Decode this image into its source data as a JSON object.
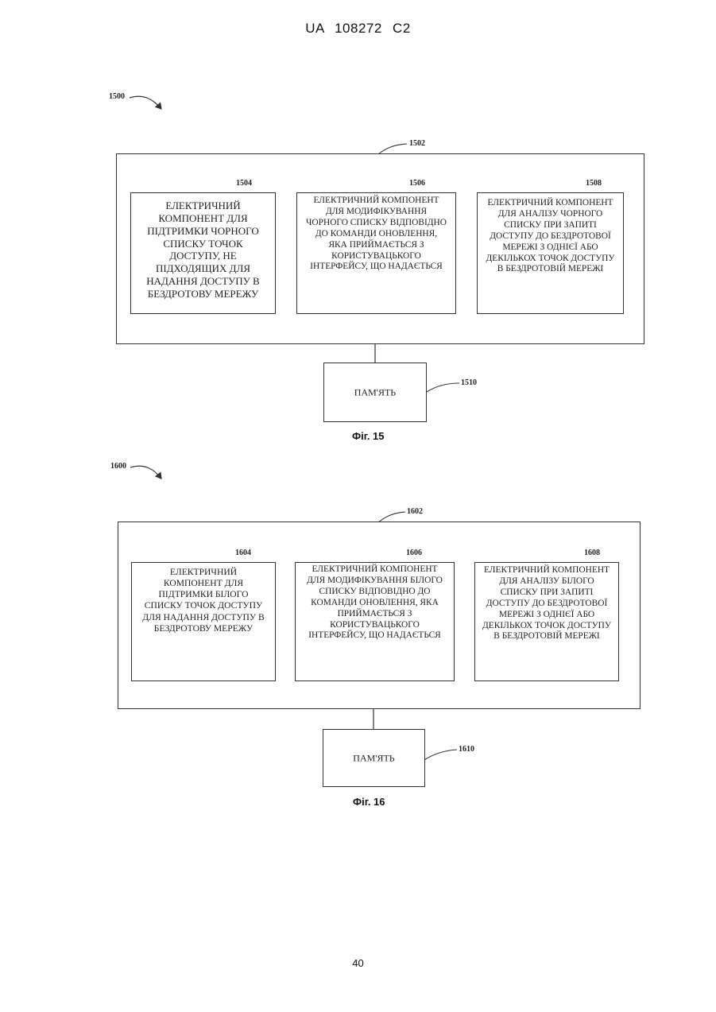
{
  "header": {
    "document_id": "UA  108272  C2"
  },
  "figures": [
    {
      "ref": "1500",
      "outer_ref": "1502",
      "components": [
        {
          "ref": "1504",
          "text": "ЕЛЕКТРИЧНИЙ КОМПОНЕНТ ДЛЯ ПІДТРИМКИ ЧОРНОГО СПИСКУ ТОЧОК ДОСТУПУ, НЕ ПІДХОДЯЩИХ ДЛЯ НАДАННЯ ДОСТУПУ В БЕЗДРОТОВУ МЕРЕЖУ"
        },
        {
          "ref": "1506",
          "text": "ЕЛЕКТРИЧНИЙ КОМПОНЕНТ ДЛЯ МОДИФІКУВАННЯ ЧОРНОГО СПИСКУ ВІДПОВІДНО ДО КОМАНДИ ОНОВЛЕННЯ, ЯКА ПРИЙМАЄТЬСЯ З КОРИСТУВАЦЬКОГО ІНТЕРФЕЙСУ, ЩО НАДАЄТЬСЯ"
        },
        {
          "ref": "1508",
          "text": "ЕЛЕКТРИЧНИЙ КОМПОНЕНТ ДЛЯ АНАЛІЗУ ЧОРНОГО СПИСКУ ПРИ ЗАПИТІ ДОСТУПУ ДО БЕЗДРОТОВОЇ МЕРЕЖІ З ОДНІЄЇ АБО ДЕКІЛЬКОХ ТОЧОК ДОСТУПУ В БЕЗДРОТОВІЙ МЕРЕЖІ"
        }
      ],
      "memory": {
        "ref": "1510",
        "label": "ПАМ'ЯТЬ"
      },
      "caption": "Фіг. 15"
    },
    {
      "ref": "1600",
      "outer_ref": "1602",
      "components": [
        {
          "ref": "1604",
          "text": "ЕЛЕКТРИЧНИЙ КОМПОНЕНТ ДЛЯ ПІДТРИМКИ БІЛОГО СПИСКУ ТОЧОК ДОСТУПУ ДЛЯ НАДАННЯ ДОСТУПУ В БЕЗДРОТОВУ МЕРЕЖУ"
        },
        {
          "ref": "1606",
          "text": "ЕЛЕКТРИЧНИЙ КОМПОНЕНТ ДЛЯ МОДИФІКУВАННЯ БІЛОГО СПИСКУ ВІДПОВІДНО ДО КОМАНДИ ОНОВЛЕННЯ, ЯКА ПРИЙМАЄТЬСЯ З КОРИСТУВАЦЬКОГО ІНТЕРФЕЙСУ, ЩО НАДАЄТЬСЯ"
        },
        {
          "ref": "1608",
          "text": "ЕЛЕКТРИЧНИЙ КОМПОНЕНТ ДЛЯ АНАЛІЗУ БІЛОГО СПИСКУ ПРИ ЗАПИТІ ДОСТУПУ ДО БЕЗДРОТОВОЇ МЕРЕЖІ З ОДНІЄЇ АБО ДЕКІЛЬКОХ ТОЧОК ДОСТУПУ В БЕЗДРОТОВІЙ МЕРЕЖІ"
        }
      ],
      "memory": {
        "ref": "1610",
        "label": "ПАМ'ЯТЬ"
      },
      "caption": "Фіг. 16"
    }
  ],
  "page_number": "40"
}
